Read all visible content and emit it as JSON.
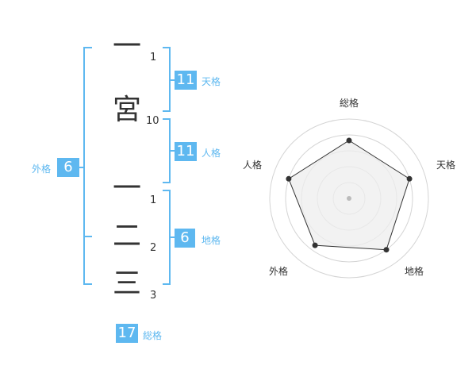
{
  "name": {
    "surname": [
      {
        "char": "一",
        "strokes": "1"
      },
      {
        "char": "宮",
        "strokes": "10"
      }
    ],
    "given": [
      {
        "char": "一",
        "strokes": "1"
      },
      {
        "char": "二",
        "strokes": "2"
      },
      {
        "char": "三",
        "strokes": "3"
      }
    ]
  },
  "fortunes": {
    "tenkaku": {
      "value": "11",
      "label": "天格"
    },
    "jinkaku": {
      "value": "11",
      "label": "人格"
    },
    "chikaku": {
      "value": "6",
      "label": "地格"
    },
    "gaikaku": {
      "value": "6",
      "label": "外格"
    },
    "soukaku": {
      "value": "17",
      "label": "総格"
    }
  },
  "radar": {
    "labels": [
      "総格",
      "天格",
      "地格",
      "外格",
      "人格"
    ],
    "values": [
      0.73,
      0.8,
      0.8,
      0.73,
      0.8
    ],
    "colors": {
      "accent": "#5eb8f0",
      "ring": "#cccccc",
      "fill": "#eeeeee",
      "line": "#333333"
    }
  }
}
